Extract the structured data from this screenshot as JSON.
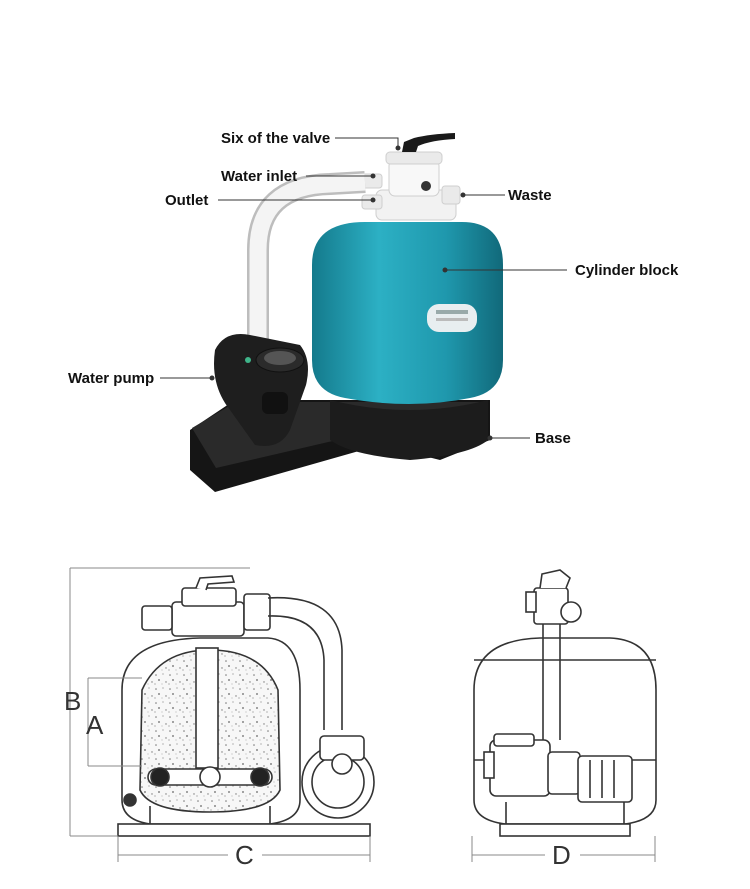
{
  "labels": {
    "six_valve": "Six of the valve",
    "water_inlet": "Water inlet",
    "outlet": "Outlet",
    "waste": "Waste",
    "cylinder_block": "Cylinder block",
    "water_pump": "Water pump",
    "base": "Base"
  },
  "dimensions": {
    "a": "A",
    "b": "B",
    "c": "C",
    "d": "D"
  },
  "colors": {
    "tank": "#1f98ad",
    "tank_dark": "#147a8c",
    "pipe": "#ececec",
    "valve": "#f2f2f2",
    "base": "#1a1a1a",
    "line": "#555555"
  }
}
